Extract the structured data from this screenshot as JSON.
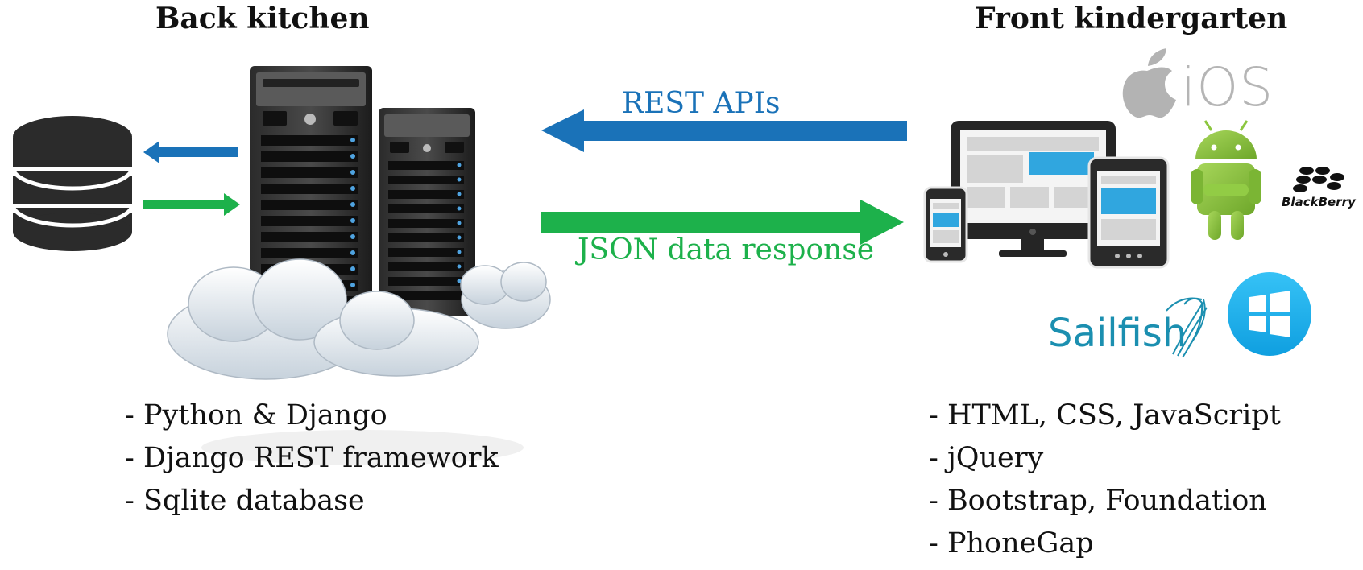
{
  "back": {
    "title": "Back kitchen",
    "items": [
      "- Python & Django",
      "- Django REST framework",
      "- Sqlite database"
    ]
  },
  "front": {
    "title": "Front kindergarten",
    "items": [
      "- HTML, CSS, JavaScript",
      "- jQuery",
      "- Bootstrap, Foundation",
      "- PhoneGap"
    ]
  },
  "arrows": {
    "request_label": "REST APIs",
    "response_label": "JSON data response"
  },
  "platform_logos": {
    "ios": "iOS",
    "blackberry": "BlackBerry",
    "sailfish": "Sailfish"
  },
  "colors": {
    "request_arrow": "#1a72b8",
    "response_arrow": "#1db14b",
    "windows": "#1ab0ef",
    "android": "#8cc63f"
  },
  "icons": [
    "database-icon",
    "server-rack-icon",
    "cloud-icon",
    "responsive-devices-icon",
    "apple-icon",
    "android-icon",
    "blackberry-icon",
    "sailfish-icon",
    "windows-icon"
  ]
}
